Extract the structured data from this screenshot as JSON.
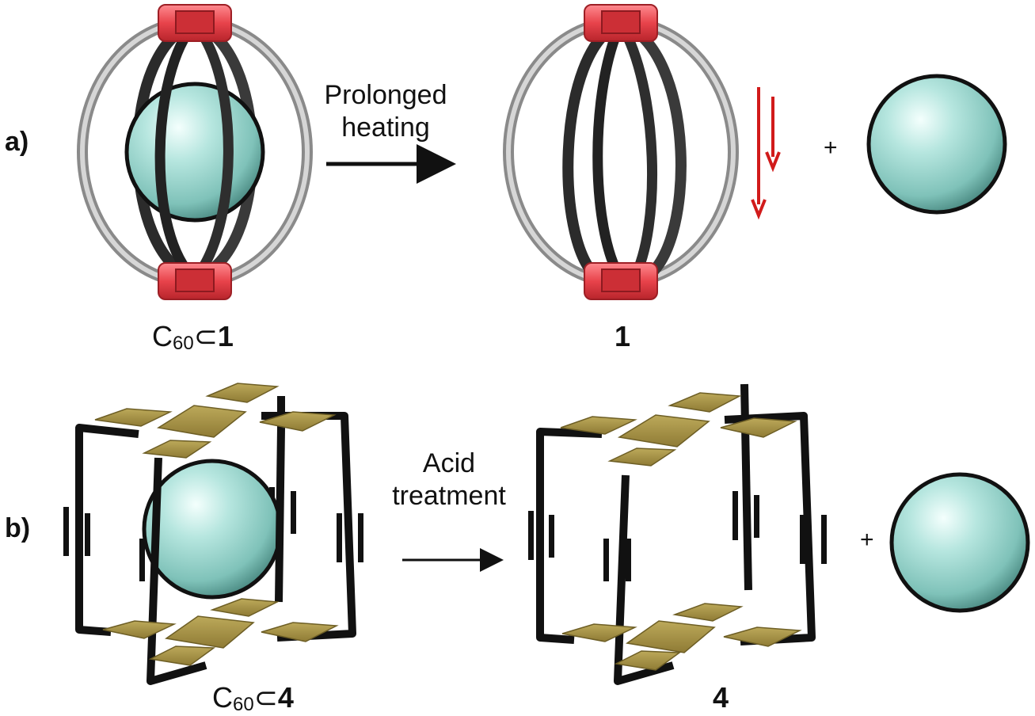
{
  "panel_a": {
    "label": "a)",
    "condition_line1": "Prolonged",
    "condition_line2": "heating",
    "reactant": {
      "prefix": "C",
      "subscript": "60",
      "operator": "⊂",
      "cage": "1"
    },
    "product_cage": "1",
    "plus": "+"
  },
  "panel_b": {
    "label": "b)",
    "condition_line1": "Acid",
    "condition_line2": "treatment",
    "reactant": {
      "prefix": "C",
      "subscript": "60",
      "operator": "⊂",
      "cage": "4"
    },
    "product_cage": "4",
    "plus": "+"
  },
  "colors": {
    "fullerene": "#8fd0c8",
    "cage_dark": "#2b2b2b",
    "cage_light": "#b9b9b9",
    "clamp_red": "#e8434b",
    "panel_gold": "#a89448",
    "arrow_red": "#d11b1b"
  }
}
